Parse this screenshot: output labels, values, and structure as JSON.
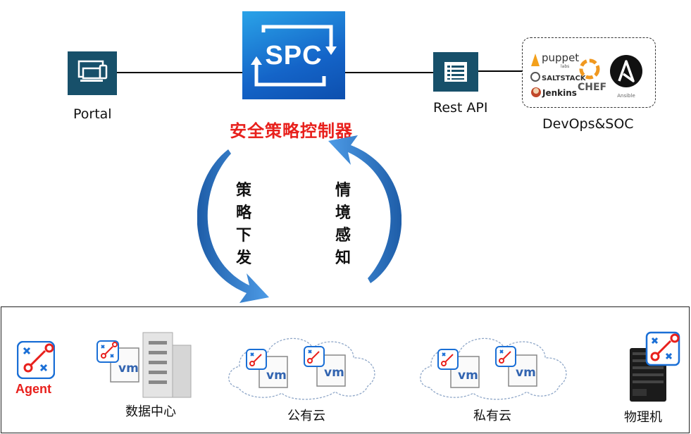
{
  "portal": {
    "label": "Portal",
    "icon": "desktop-laptop-phone-icon"
  },
  "spc": {
    "logo_text": "SPC",
    "title": "安全策略控制器"
  },
  "rest_api": {
    "label": "Rest API",
    "icon": "api-list-icon"
  },
  "devops": {
    "label": "DevOps&SOC",
    "tools": [
      "puppet",
      "labs",
      "SALTSTACK",
      "Jenkins",
      "CHEF",
      "Ansible"
    ]
  },
  "cycle": {
    "down_label": "策略下发",
    "up_label": "情境感知"
  },
  "bottom": {
    "agent_label": "Agent",
    "groups": [
      {
        "label": "数据中心",
        "vm_text": "vm"
      },
      {
        "label": "公有云",
        "vm_text": "vm"
      },
      {
        "label": "私有云",
        "vm_text": "vm"
      },
      {
        "label": "物理机"
      }
    ]
  },
  "colors": {
    "tile": "#17506a",
    "spc_blue": "#1464c8",
    "accent_red": "#e8201c",
    "arrow_blue": "#2c7bd6",
    "agent_blue": "#1a6fd6"
  }
}
